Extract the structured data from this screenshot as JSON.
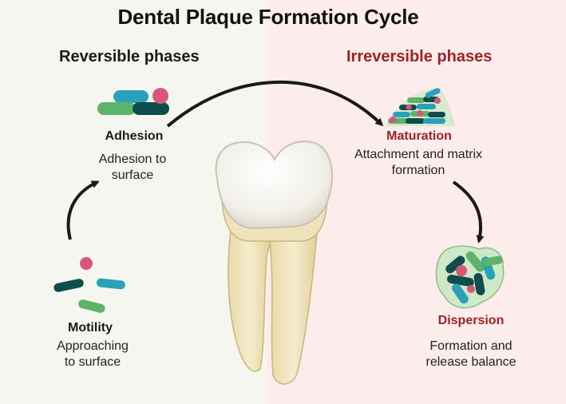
{
  "title": "Dental Plaque Formation Cycle",
  "phases": {
    "reversible": "Reversible phases",
    "irreversible": "Irreversible phases"
  },
  "stages": {
    "adhesion": {
      "label": "Adhesion",
      "description_line1": "Adhesion to",
      "description_line2": "surface"
    },
    "maturation": {
      "label": "Maturation",
      "description_line1": "Attachment and matrix",
      "description_line2": "formation"
    },
    "dispersion": {
      "label": "Dispersion",
      "description_line1": "Formation and",
      "description_line2": "release balance"
    },
    "motility": {
      "label": "Motility",
      "description_line1": "Approaching",
      "description_line2": "to surface"
    }
  },
  "colors": {
    "reversible_bg": "#f4f6ef",
    "irreversible_bg": "#fdecec",
    "irreversible_text": "#9b2424",
    "bacteria_teal": "#2aa1b8",
    "bacteria_green": "#5cb36a",
    "bacteria_dark": "#0f4d4d",
    "bacteria_pink": "#d9567a"
  }
}
